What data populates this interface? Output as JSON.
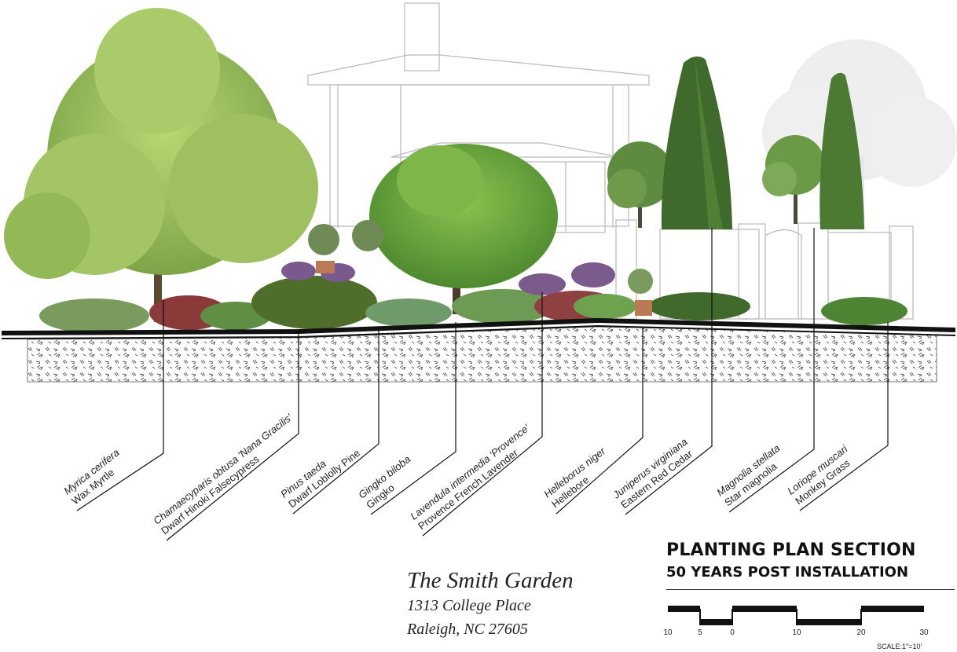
{
  "plants": [
    {
      "scientific": "Myrica cerifera",
      "common": "Wax Myrtle"
    },
    {
      "scientific": "Chamaecyparis obtusa 'Nana Gracilis'",
      "common": "Dwarf Hinoki Falsecypress"
    },
    {
      "scientific": "Pinus taeda",
      "common": "Dwarf Loblolly Pine"
    },
    {
      "scientific": "Gingko biloba",
      "common": "Gingko"
    },
    {
      "scientific": "Lavendula intermedia 'Provence'",
      "common": "Provence French Lavender"
    },
    {
      "scientific": "Helleborus niger",
      "common": "Hellebore"
    },
    {
      "scientific": "Juniperus virginiana",
      "common": "Eastern Red Cedar"
    },
    {
      "scientific": "Magnolia stellata",
      "common": "Star magnolia"
    },
    {
      "scientific": "Loriope muscari",
      "common": "Monkey Grass"
    }
  ],
  "garden": {
    "name": "The Smith Garden",
    "address_line1": "1313 College Place",
    "address_line2": "Raleigh, NC 27605"
  },
  "plan": {
    "title": "PLANTING PLAN SECTION",
    "subtitle": "50 YEARS POST INSTALLATION"
  },
  "scale_bar": {
    "ticks": [
      "10",
      "5",
      "0",
      "10",
      "20",
      "30"
    ],
    "note": "SCALE:1\"=10'"
  },
  "colors": {
    "soil_line": "#111111",
    "foliage_light": "#9cc45a",
    "foliage_dark": "#3f6a2c",
    "house_line": "#b9b9b9"
  }
}
